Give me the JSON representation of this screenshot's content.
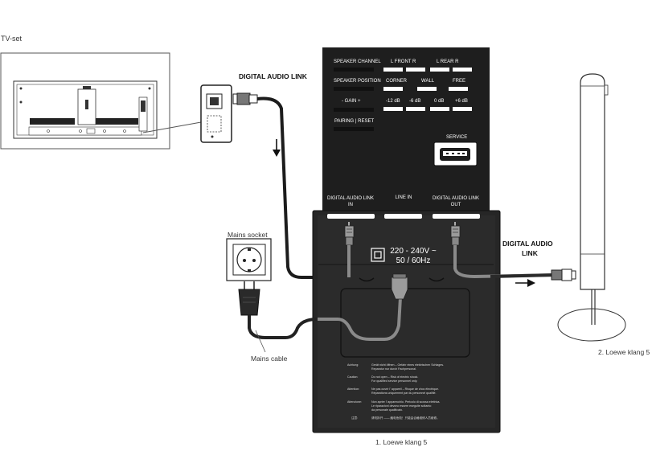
{
  "labels": {
    "tv_set": "TV-set",
    "digital_audio_link_top": "DIGITAL AUDIO LINK",
    "digital_audio_link_right_1": "DIGITAL AUDIO",
    "digital_audio_link_right_2": "LINK",
    "mains_socket": "Mains socket",
    "mains_cable": "Mains cable",
    "loewe_klang_5_main": "1. Loewe klang 5",
    "loewe_klang_5_second": "2. Loewe klang 5"
  },
  "panel": {
    "speaker_channel": "SPEAKER CHANNEL",
    "speaker_position": "SPEAKER POSITION",
    "gain": "-  GAIN  +",
    "pairing_reset": "PAIRING | RESET",
    "channel_options": [
      "L   FRONT   R",
      "L   REAR   R"
    ],
    "position_options": [
      "CORNER",
      "WALL",
      "FREE"
    ],
    "gain_options": [
      "-12 dB",
      "-6 dB",
      "0 dB",
      "+6 dB"
    ],
    "service": "SERVICE",
    "ports": [
      "DIGITAL AUDIO LINK IN",
      "LINE IN",
      "DIGITAL AUDIO LINK OUT"
    ],
    "voltage_line1": "220 - 240V ~",
    "voltage_line2": "50 / 60Hz"
  },
  "warnings": [
    {
      "label": "Achtung:",
      "text1": "Gerät nicht öffnen – Gefahr eines elektrischen Schlages.",
      "text2": "Reparatur nur durch Fachpersonal."
    },
    {
      "label": "Caution:",
      "text1": "Do not open – Risk of electric shock.",
      "text2": "For qualified service personnel only."
    },
    {
      "label": "Attention:",
      "text1": "Ne pas ouvrir l' appareil – Risque de choc électrique.",
      "text2": "Réparations uniquement par du personnel qualifié."
    },
    {
      "label": "Attenzione:",
      "text1": "Non aprire l' apparecchio. Pericolo di scossa elettrica.",
      "text2": "Le riparazioni devono essere eseguite soltanto",
      "text3": "da personale qualificato."
    },
    {
      "label": "注意:",
      "text1": "请勿拆开 —— 触电危险！只能由合格维修人员维修。"
    }
  ],
  "colors": {
    "panel_dark": "#1f1f1f",
    "housing": "#2a2a2a",
    "cable_dark": "#222222",
    "cable_grey": "#8a8a8a"
  }
}
